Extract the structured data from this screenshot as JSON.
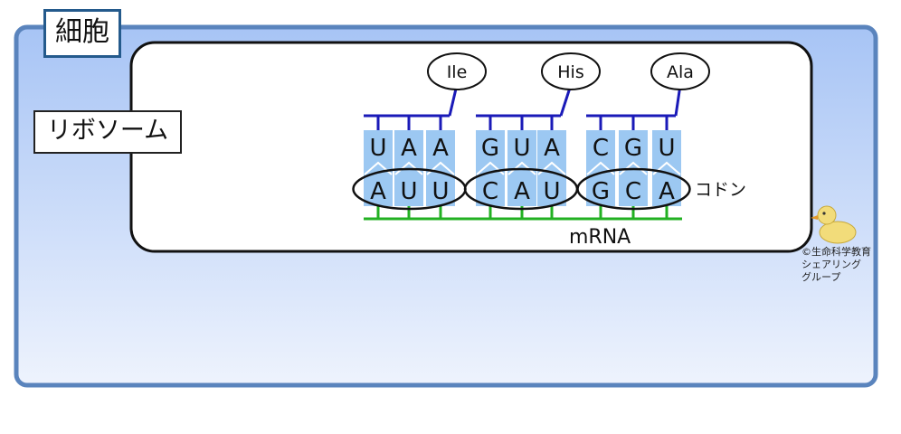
{
  "labels": {
    "cell": "細胞",
    "ribosome": "リボソーム",
    "codon": "コドン",
    "mrna": "mRNA",
    "credit": "©生命科学教育\nシェアリング\nグループ"
  },
  "trnas": [
    {
      "amino_acid": "Ile",
      "anticodon": [
        "U",
        "A",
        "A"
      ]
    },
    {
      "amino_acid": "His",
      "anticodon": [
        "G",
        "U",
        "A"
      ]
    },
    {
      "amino_acid": "Ala",
      "anticodon": [
        "C",
        "G",
        "U"
      ]
    }
  ],
  "codons": [
    [
      "A",
      "U",
      "U"
    ],
    [
      "C",
      "A",
      "U"
    ],
    [
      "G",
      "C",
      "A"
    ]
  ],
  "colors": {
    "cell_fill_top": "#a7c4f5",
    "cell_fill_bottom": "#eef3fd",
    "cell_border": "#5a84bd",
    "trna_line": "#1a1ab8",
    "mrna_line": "#22b022",
    "base_fill": "#9cc8f2"
  },
  "icons": [
    "duck-icon"
  ]
}
